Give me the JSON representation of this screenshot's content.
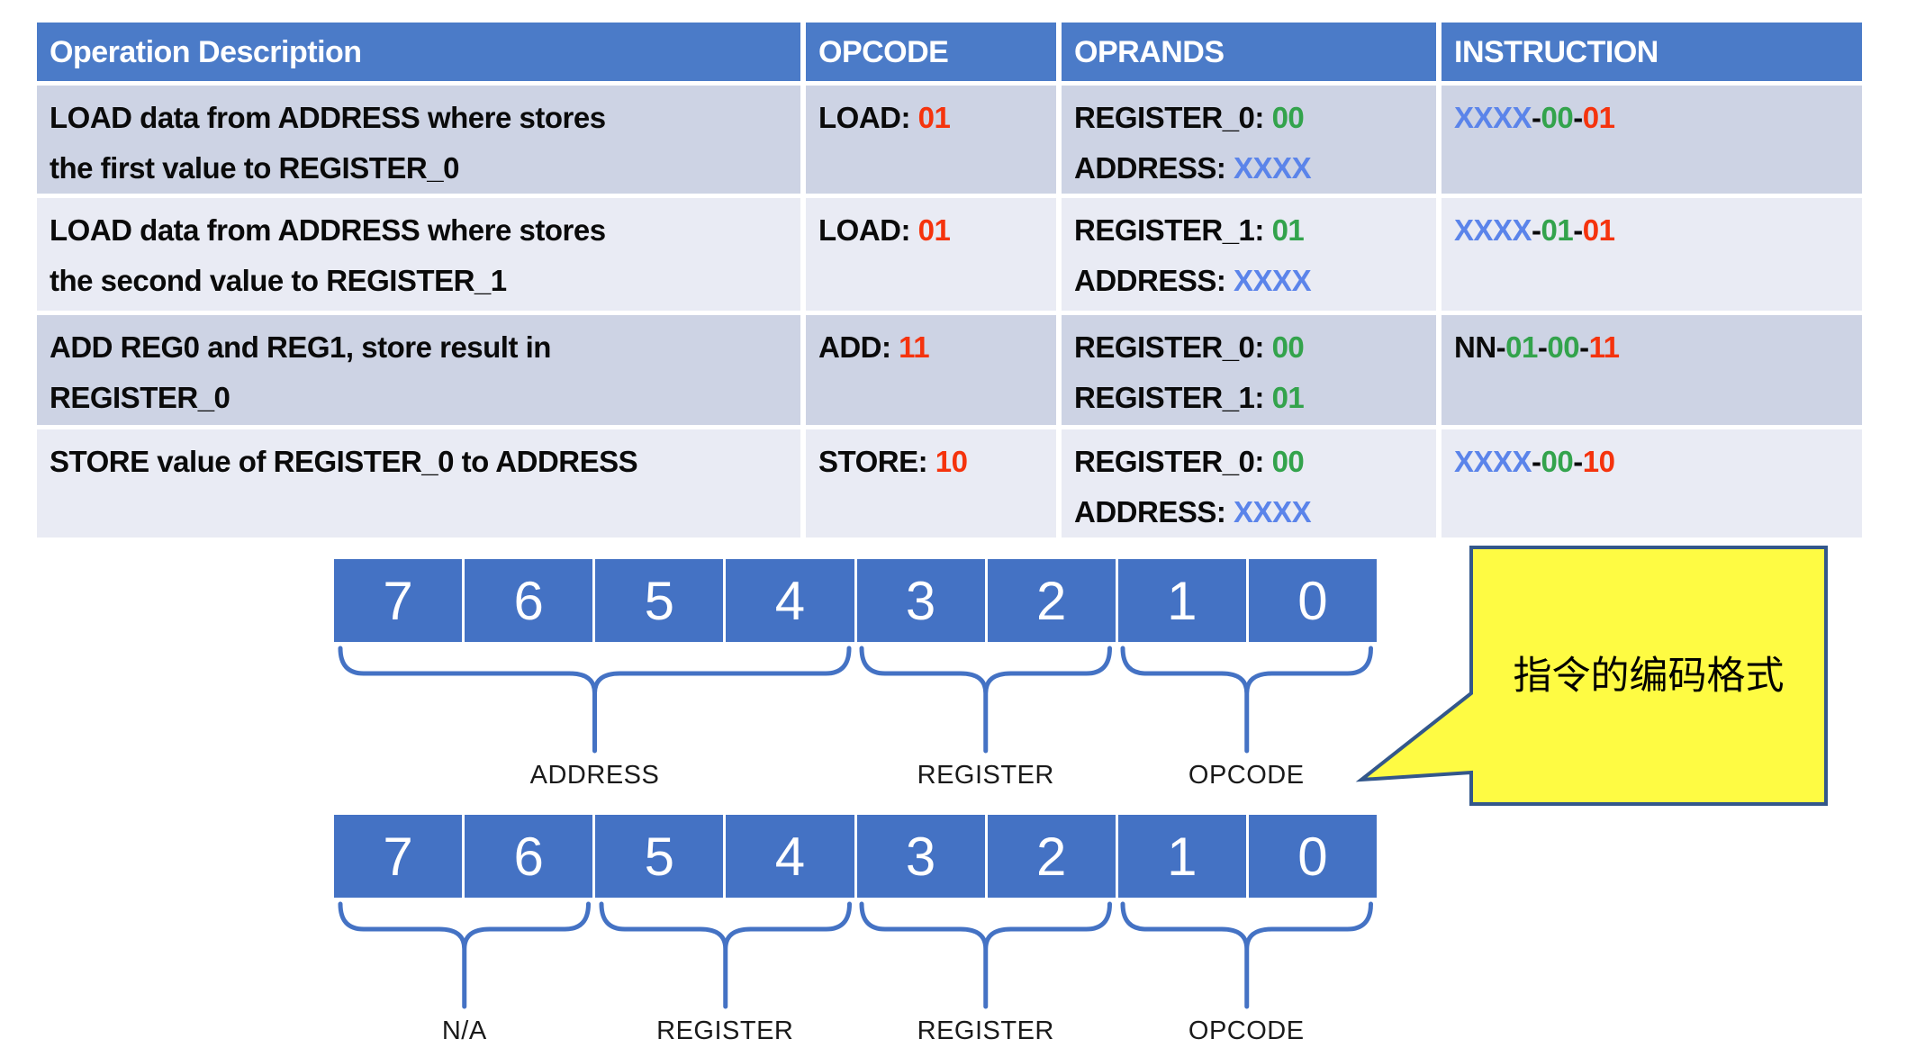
{
  "table": {
    "headers": [
      "Operation Description",
      "OPCODE",
      "OPRANDS",
      "INSTRUCTION"
    ],
    "rows": [
      {
        "description": [
          "LOAD data from ADDRESS where stores",
          "the first value to REGISTER_0"
        ],
        "opcode": [
          {
            "t": "LOAD: ",
            "c": "black"
          },
          {
            "t": "01",
            "c": "red"
          }
        ],
        "oprands": [
          [
            {
              "t": "REGISTER_0: ",
              "c": "black"
            },
            {
              "t": "00",
              "c": "green"
            }
          ],
          [
            {
              "t": "ADDRESS: ",
              "c": "black"
            },
            {
              "t": "XXXX",
              "c": "blue"
            }
          ]
        ],
        "instruction": [
          {
            "t": "XXXX",
            "c": "blue"
          },
          {
            "t": "-",
            "c": "black"
          },
          {
            "t": "00",
            "c": "green"
          },
          {
            "t": "-",
            "c": "black"
          },
          {
            "t": "01",
            "c": "red"
          }
        ]
      },
      {
        "description": [
          "LOAD data from ADDRESS where stores",
          "the second value to REGISTER_1"
        ],
        "opcode": [
          {
            "t": "LOAD: ",
            "c": "black"
          },
          {
            "t": "01",
            "c": "red"
          }
        ],
        "oprands": [
          [
            {
              "t": "REGISTER_1: ",
              "c": "black"
            },
            {
              "t": "01",
              "c": "green"
            }
          ],
          [
            {
              "t": "ADDRESS: ",
              "c": "black"
            },
            {
              "t": "XXXX",
              "c": "blue"
            }
          ]
        ],
        "instruction": [
          {
            "t": "XXXX",
            "c": "blue"
          },
          {
            "t": "-",
            "c": "black"
          },
          {
            "t": "01",
            "c": "green"
          },
          {
            "t": "-",
            "c": "black"
          },
          {
            "t": "01",
            "c": "red"
          }
        ]
      },
      {
        "description": [
          "ADD REG0 and REG1, store result in",
          "REGISTER_0"
        ],
        "opcode": [
          {
            "t": "ADD: ",
            "c": "black"
          },
          {
            "t": "11",
            "c": "red"
          }
        ],
        "oprands": [
          [
            {
              "t": "REGISTER_0: ",
              "c": "black"
            },
            {
              "t": "00",
              "c": "green"
            }
          ],
          [
            {
              "t": "REGISTER_1: ",
              "c": "black"
            },
            {
              "t": "01",
              "c": "green"
            }
          ]
        ],
        "instruction": [
          {
            "t": "NN",
            "c": "black"
          },
          {
            "t": "-",
            "c": "black"
          },
          {
            "t": "01",
            "c": "green"
          },
          {
            "t": "-",
            "c": "black"
          },
          {
            "t": "00",
            "c": "green"
          },
          {
            "t": "-",
            "c": "black"
          },
          {
            "t": "11",
            "c": "red"
          }
        ]
      },
      {
        "description": [
          "STORE value of REGISTER_0 to ADDRESS"
        ],
        "opcode": [
          {
            "t": "STORE: ",
            "c": "black"
          },
          {
            "t": "10",
            "c": "red"
          }
        ],
        "oprands": [
          [
            {
              "t": "REGISTER_0: ",
              "c": "black"
            },
            {
              "t": "00",
              "c": "green"
            }
          ],
          [
            {
              "t": "ADDRESS: ",
              "c": "black"
            },
            {
              "t": "XXXX",
              "c": "blue"
            }
          ]
        ],
        "instruction": [
          {
            "t": "XXXX",
            "c": "blue"
          },
          {
            "t": "-",
            "c": "black"
          },
          {
            "t": "00",
            "c": "green"
          },
          {
            "t": "-",
            "c": "black"
          },
          {
            "t": "10",
            "c": "red"
          }
        ]
      }
    ]
  },
  "diagrams": [
    {
      "bits": [
        "7",
        "6",
        "5",
        "4",
        "3",
        "2",
        "1",
        "0"
      ],
      "fields": [
        {
          "label": "ADDRESS",
          "from": 7,
          "to": 4
        },
        {
          "label": "REGISTER",
          "from": 3,
          "to": 2
        },
        {
          "label": "OPCODE",
          "from": 1,
          "to": 0
        }
      ]
    },
    {
      "bits": [
        "7",
        "6",
        "5",
        "4",
        "3",
        "2",
        "1",
        "0"
      ],
      "fields": [
        {
          "label": "N/A",
          "from": 7,
          "to": 6
        },
        {
          "label": "REGISTER",
          "from": 5,
          "to": 4
        },
        {
          "label": "REGISTER",
          "from": 3,
          "to": 2
        },
        {
          "label": "OPCODE",
          "from": 1,
          "to": 0
        }
      ]
    }
  ],
  "callout": {
    "text": "指令的编码格式"
  },
  "colors": {
    "header_bg": "#4B7BC8",
    "band_dark": "#CDD3E4",
    "band_light": "#E9EBF4",
    "cell_blue": "#4472C4",
    "brace": "#4472C4",
    "red": "#F5330D",
    "green": "#33A34C",
    "blue": "#5B84EA",
    "black": "#0A0A0A",
    "callout_fill": "#FEFB43",
    "callout_border": "#33578B"
  }
}
